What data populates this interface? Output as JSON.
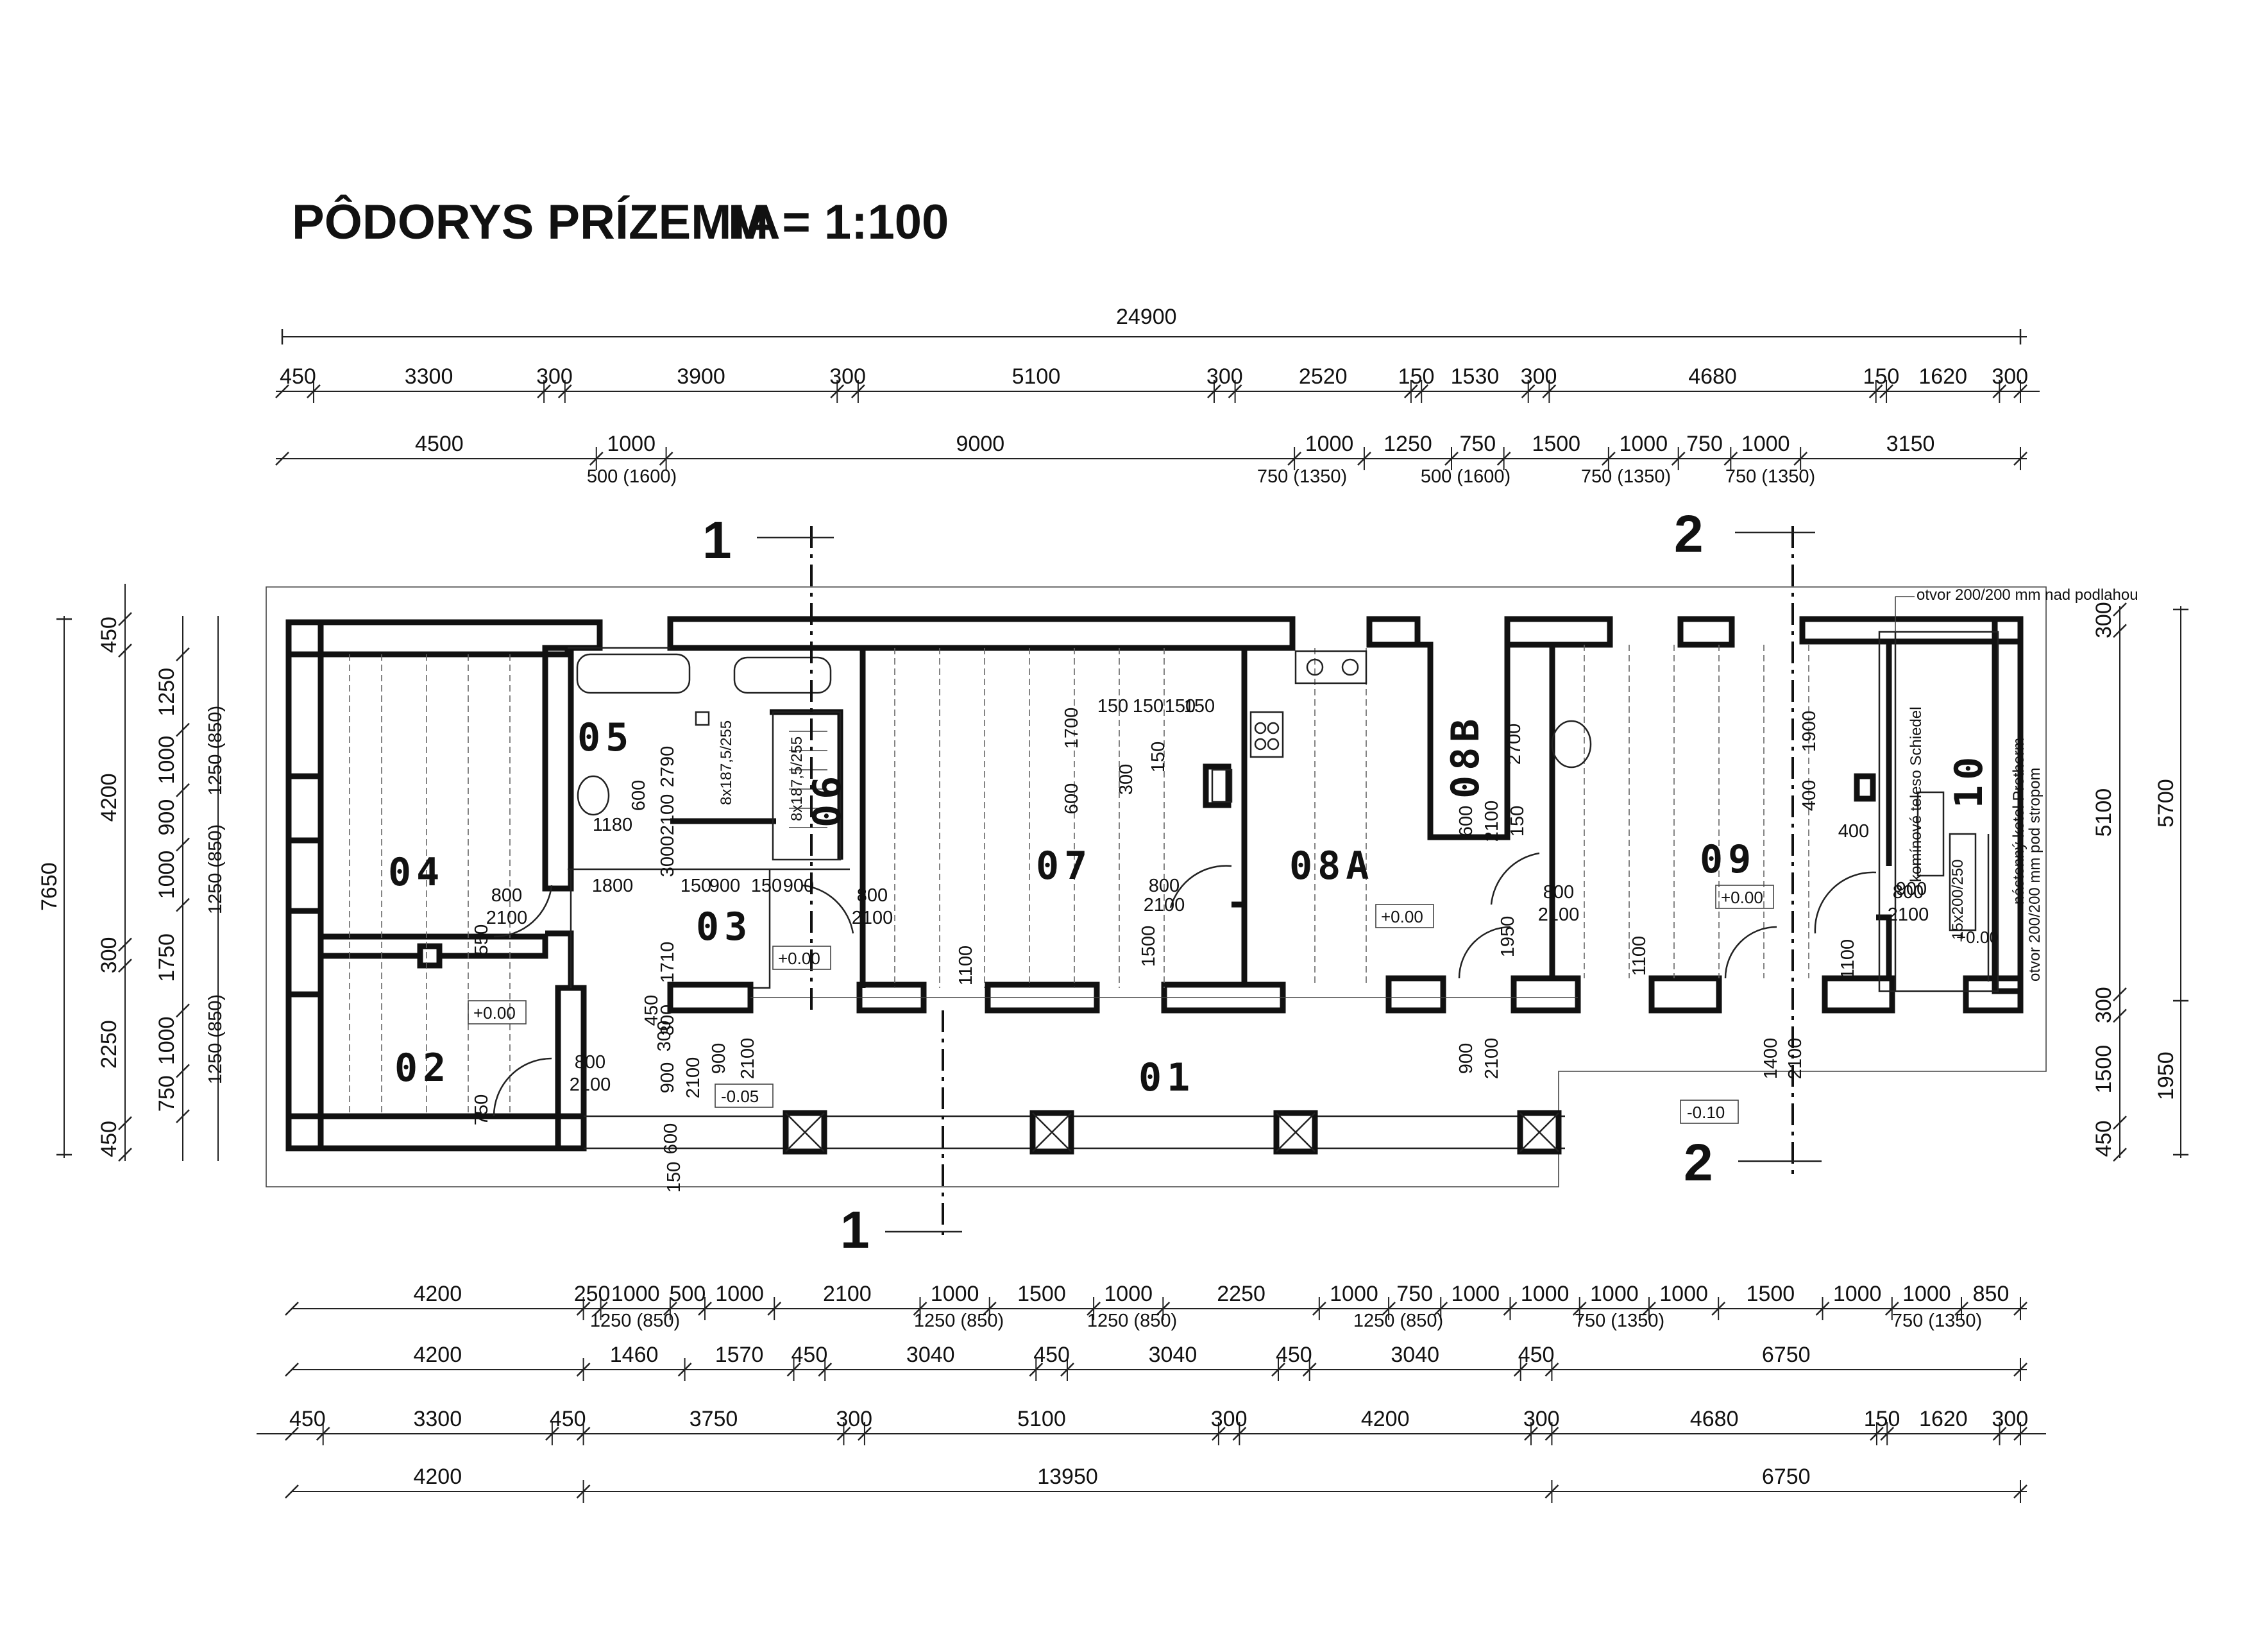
{
  "title": "PÔDORYS PRÍZEMIA",
  "scale": "M = 1:100",
  "overall_width": "24900",
  "top_dims_row1": [
    "450",
    "3300",
    "300",
    "3900",
    "300",
    "5100",
    "300",
    "2520",
    "150",
    "1530",
    "300",
    "4680",
    "150",
    "1620",
    "300"
  ],
  "top_dims_row2": [
    "4500",
    "1000",
    "9000",
    "1000",
    "1250",
    "750",
    "1500",
    "1000",
    "750",
    "1000",
    "3150"
  ],
  "top_dims_row2_sub": [
    "500 (1600)",
    "750 (1350)",
    "500 (1600)",
    "750 (1350)",
    "750 (1350)"
  ],
  "bottom_dims_row1": [
    "4200",
    "250",
    "1000",
    "500",
    "1000",
    "2100",
    "1000",
    "1500",
    "1000",
    "2250",
    "1000",
    "750",
    "1000",
    "1000",
    "1000",
    "1000",
    "1500",
    "1000",
    "1000",
    "850"
  ],
  "bottom_dims_row1_sub": [
    "1250 (850)",
    "1250 (850)",
    "1250 (850)",
    "1250 (850)",
    "750 (1350)",
    "750 (1350)"
  ],
  "bottom_dims_row2": [
    "4200",
    "1460",
    "1570",
    "450",
    "3040",
    "450",
    "3040",
    "450",
    "3040",
    "450",
    "6750"
  ],
  "bottom_dims_row3": [
    "450",
    "3300",
    "450",
    "3750",
    "300",
    "5100",
    "300",
    "4200",
    "300",
    "4680",
    "150",
    "1620",
    "300"
  ],
  "bottom_dims_row4": [
    "4200",
    "13950",
    "6750"
  ],
  "left_total": "7650",
  "left_dims_outer": [
    "450",
    "4200",
    "300",
    "2250",
    "450"
  ],
  "left_dims_mid": [
    "1250",
    "1000",
    "900",
    "1000",
    "1750",
    "1000",
    "750"
  ],
  "left_dims_inner": [
    "1250 (850)",
    "1250 (850)",
    "1250 (850)"
  ],
  "right_dims_inner": [
    "300",
    "5100",
    "300",
    "1500",
    "450"
  ],
  "right_dims_outer": [
    "5700",
    "1950"
  ],
  "rooms": [
    "01",
    "02",
    "03",
    "04",
    "05",
    "06",
    "07",
    "08A",
    "08B",
    "09",
    "10"
  ],
  "levels": [
    "+0.00",
    "+0.00",
    "+0.00",
    "+0.00",
    "+0.00",
    "-0.05",
    "-0.10"
  ],
  "sections": [
    "1",
    "1",
    "2",
    "2"
  ],
  "notes": {
    "opening_top": "otvor 200/200 mm nad podlahou",
    "opening_bottom": "otvor 200/200 mm pod stropom",
    "chimney": "komínové teleso Schiedel",
    "boiler": "nástenný kotol Protherm",
    "chimney_size": "15x200/250"
  },
  "stairs": [
    "8x187,5/255",
    "8x187,5/255"
  ],
  "annotations": [
    "800",
    "2100",
    "800",
    "2100",
    "800",
    "2100",
    "800",
    "2100",
    "800",
    "2100",
    "800",
    "2100",
    "900",
    "2100",
    "900",
    "2100",
    "900",
    "2100",
    "1400",
    "2100",
    "1800",
    "150",
    "900",
    "150",
    "900",
    "550",
    "1710",
    "1180",
    "600",
    "2100",
    "3000",
    "2790",
    "1700",
    "600",
    "150",
    "300",
    "150",
    "1100",
    "1500",
    "150",
    "150",
    "150",
    "1950",
    "600",
    "2100",
    "150",
    "2700",
    "1100",
    "1100",
    "1900",
    "400",
    "400",
    "750",
    "900",
    "300",
    "600",
    "150",
    "450",
    "300"
  ]
}
